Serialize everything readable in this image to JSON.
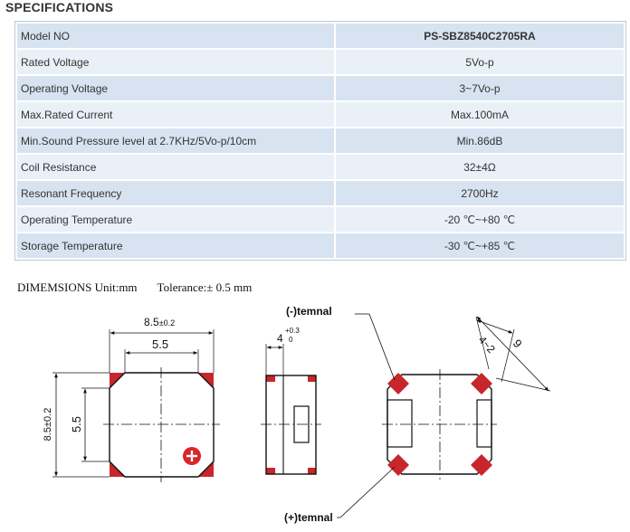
{
  "section_title": "SPECIFICATIONS",
  "specs": [
    {
      "label": "Model NO",
      "value": "PS-SBZ8540C2705RA"
    },
    {
      "label": "Rated Voltage",
      "value": "5Vo-p"
    },
    {
      "label": "Operating Voltage",
      "value": "3~7Vo-p"
    },
    {
      "label": "Max.Rated Current",
      "value": "Max.100mA"
    },
    {
      "label": "Min.Sound Pressure level at 2.7KHz/5Vo-p/10cm",
      "value": "Min.86dB"
    },
    {
      "label": "Coil Resistance",
      "value": "32±4Ω"
    },
    {
      "label": "Resonant Frequency",
      "value": "2700Hz"
    },
    {
      "label": "Operating Temperature",
      "value": "-20 ℃~+80 ℃"
    },
    {
      "label": "Storage Temperature",
      "value": "-30 ℃~+85 ℃"
    }
  ],
  "dimensions": {
    "heading": "DIMEMSIONS Unit:mm",
    "tolerance": "Tolerance:± 0.5 mm"
  },
  "drawing": {
    "top_width_main": "8.5",
    "top_width_tol": "±0.2",
    "inner_width": "5.5",
    "side_height": "8.5±0.2",
    "inner_height": "5.5",
    "thickness_main": "4",
    "thickness_plus": "+0.3",
    "thickness_minus": "0",
    "neg_terminal": "(-)temnal",
    "pos_terminal": "(+)temnal",
    "diag_small": "4~2",
    "diag_large": "9"
  },
  "colors": {
    "header_row": "#d7e3f0",
    "alt_row": "#e9f0f8",
    "terminal_pad": "#c8262c"
  }
}
